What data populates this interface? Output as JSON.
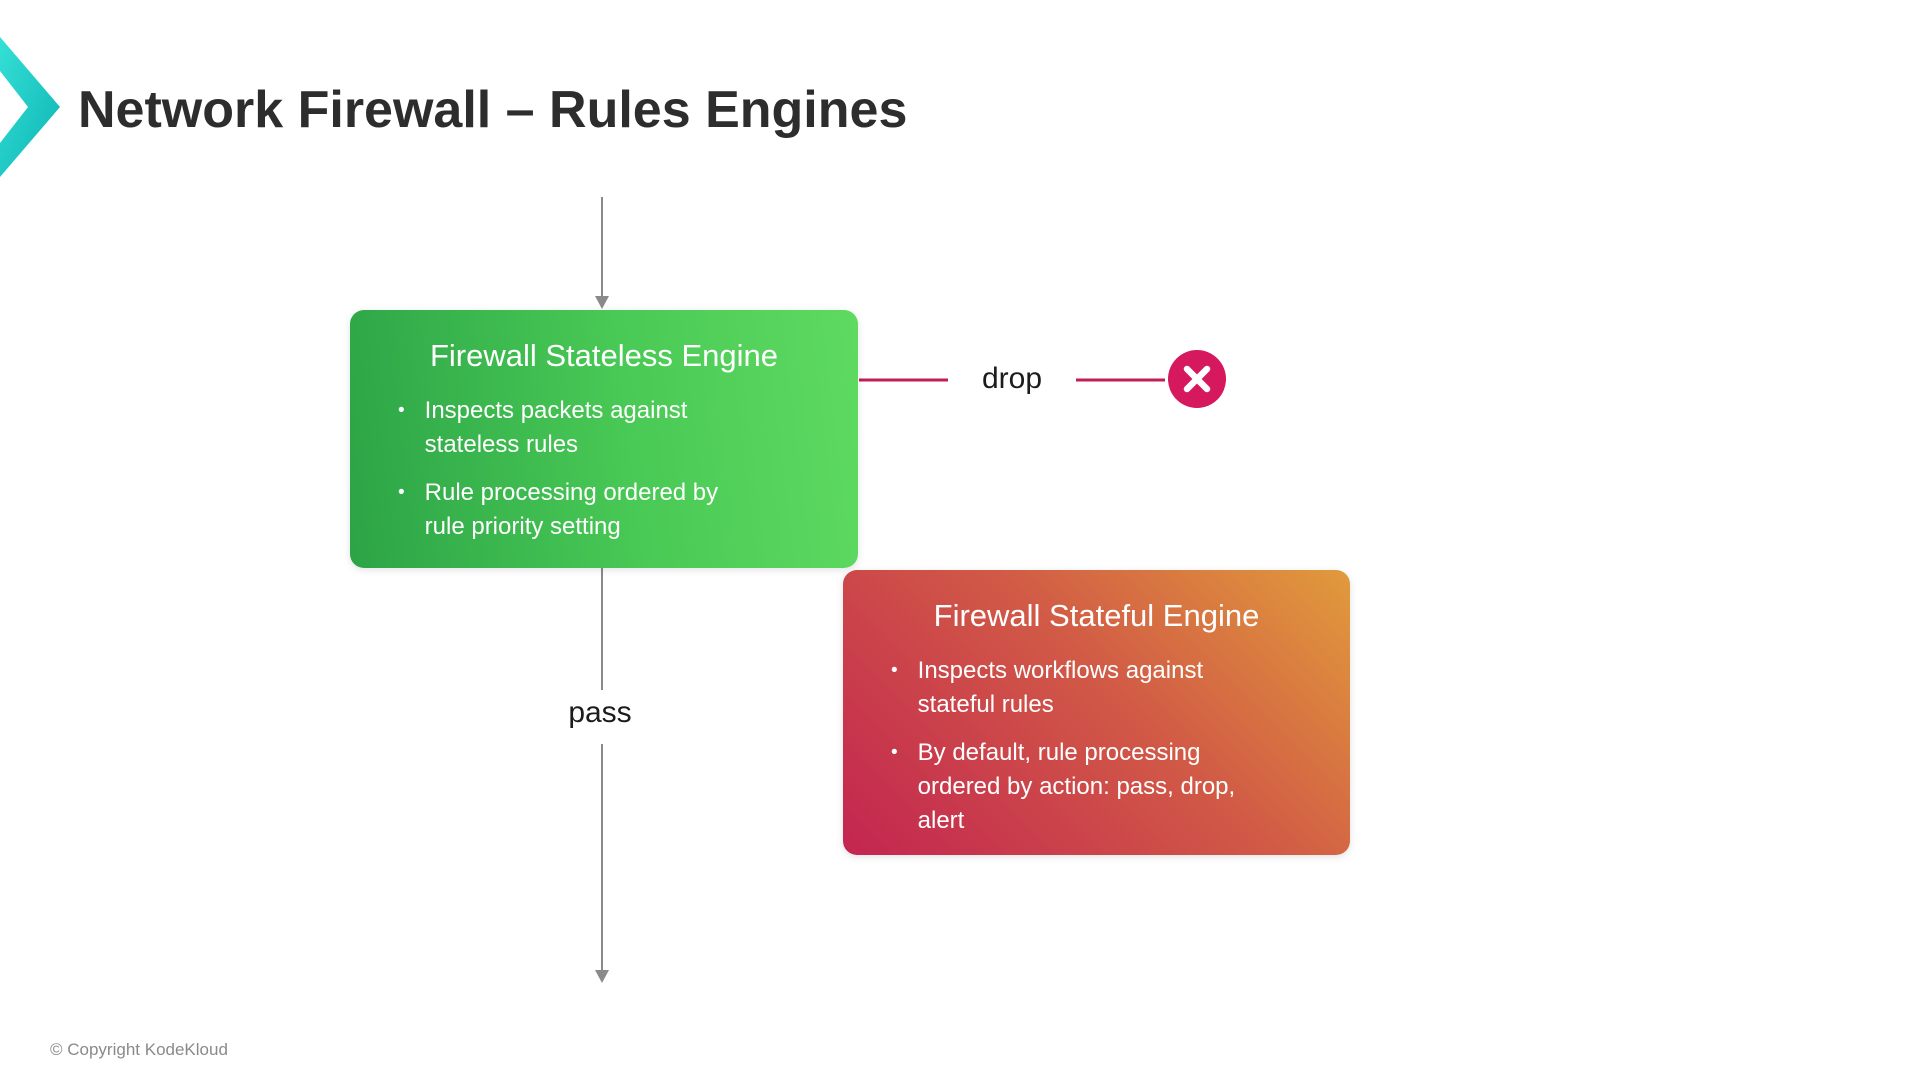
{
  "header": {
    "title": "Network Firewall – Rules Engines",
    "logo_icon": "kodekloud-chevron-logo"
  },
  "diagram": {
    "stateless_box": {
      "title": "Firewall Stateless Engine",
      "bullets": [
        "Inspects packets against stateless rules",
        "Rule processing ordered by rule priority setting"
      ]
    },
    "stateful_box": {
      "title": "Firewall Stateful Engine",
      "bullets": [
        "Inspects workflows against stateful rules",
        "By default, rule processing ordered by action: pass, drop, alert"
      ]
    },
    "labels": {
      "drop": "drop",
      "pass": "pass"
    },
    "drop_terminator_icon": "x-mark-icon",
    "colors": {
      "stateless_gradient_start": "#2ca447",
      "stateless_gradient_end": "#5eda61",
      "stateful_gradient_start": "#c32550",
      "stateful_gradient_end": "#e19b3b",
      "drop_line": "#c21e56",
      "drop_circle": "#d6185e",
      "arrow_gray": "#8a8a8a",
      "logo_teal_light": "#35e0d6",
      "logo_teal_dark": "#0db4b4",
      "title_text": "#2d2d2d"
    }
  },
  "footer": {
    "copyright": "© Copyright KodeKloud"
  }
}
